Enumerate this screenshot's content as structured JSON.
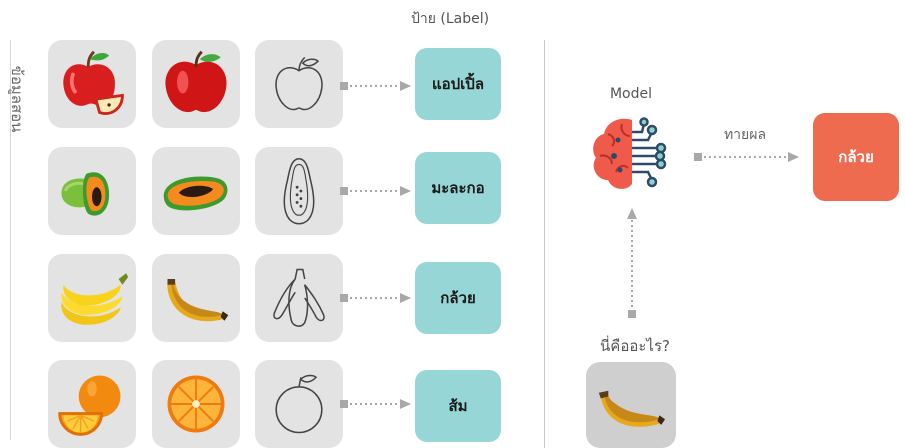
{
  "header": {
    "label_column_title": "ป้าย (Label)"
  },
  "side_label": "ข้อมูลสอน",
  "rows": [
    {
      "fruit": "apple",
      "label": "แอปเปิ้ล"
    },
    {
      "fruit": "papaya",
      "label": "มะละกอ"
    },
    {
      "fruit": "banana",
      "label": "กล้วย"
    },
    {
      "fruit": "orange",
      "label": "ส้ม"
    }
  ],
  "model": {
    "title": "Model",
    "icon": "brain-circuit-icon"
  },
  "prediction": {
    "label": "ทายผล",
    "result": "กล้วย"
  },
  "query": {
    "question": "นี่คืออะไร?",
    "image": "banana"
  },
  "colors": {
    "label_box": "#97d6d6",
    "result_box": "#ef6b4f",
    "tile": "#e3e3e3",
    "query_tile": "#cfcfcf",
    "arrow": "#a8a8a8"
  }
}
